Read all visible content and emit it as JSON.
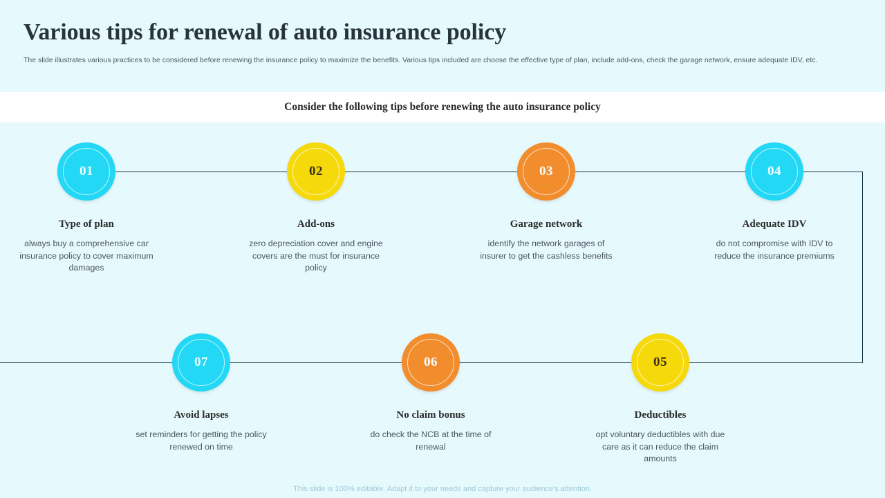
{
  "header": {
    "title": "Various tips for renewal of auto insurance policy",
    "subtitle": "The slide illustrates various practices to be considered before renewing the insurance policy to maximize the benefits. Various tips included are choose the effective type of plan, include add-ons, check the garage network, ensure adequate IDV, etc."
  },
  "band": {
    "title": "Consider the following tips before renewing the auto insurance policy"
  },
  "colors": {
    "background": "#e6f9fd",
    "band": "#ffffff",
    "cyan": "#22d8f5",
    "yellow": "#f5d90a",
    "orange": "#f28d2e",
    "line": "#12313c",
    "title_text": "#28343c",
    "body_text": "#4c5560",
    "footer_text": "#9fc9d6"
  },
  "steps": [
    {
      "number": "01",
      "color": "cyan",
      "title": "Type of plan",
      "desc": "always buy a comprehensive car insurance policy to cover maximum damages"
    },
    {
      "number": "02",
      "color": "yellow",
      "title": "Add-ons",
      "desc": "zero depreciation cover and engine covers are the must for insurance policy"
    },
    {
      "number": "03",
      "color": "orange",
      "title": "Garage network",
      "desc": "identify the network garages of insurer to get the cashless benefits"
    },
    {
      "number": "04",
      "color": "cyan",
      "title": "Adequate IDV",
      "desc": "do not compromise with IDV to reduce the insurance premiums"
    },
    {
      "number": "05",
      "color": "yellow",
      "title": "Deductibles",
      "desc": "opt voluntary deductibles with due care as it can reduce the claim amounts"
    },
    {
      "number": "06",
      "color": "orange",
      "title": "No claim bonus",
      "desc": "do check the NCB at the time of renewal"
    },
    {
      "number": "07",
      "color": "cyan",
      "title": "Avoid lapses",
      "desc": "set reminders for getting the policy renewed on time"
    }
  ],
  "footer": {
    "note": "This slide is 100% editable. Adapt it to your needs and capture your audience's attention."
  }
}
